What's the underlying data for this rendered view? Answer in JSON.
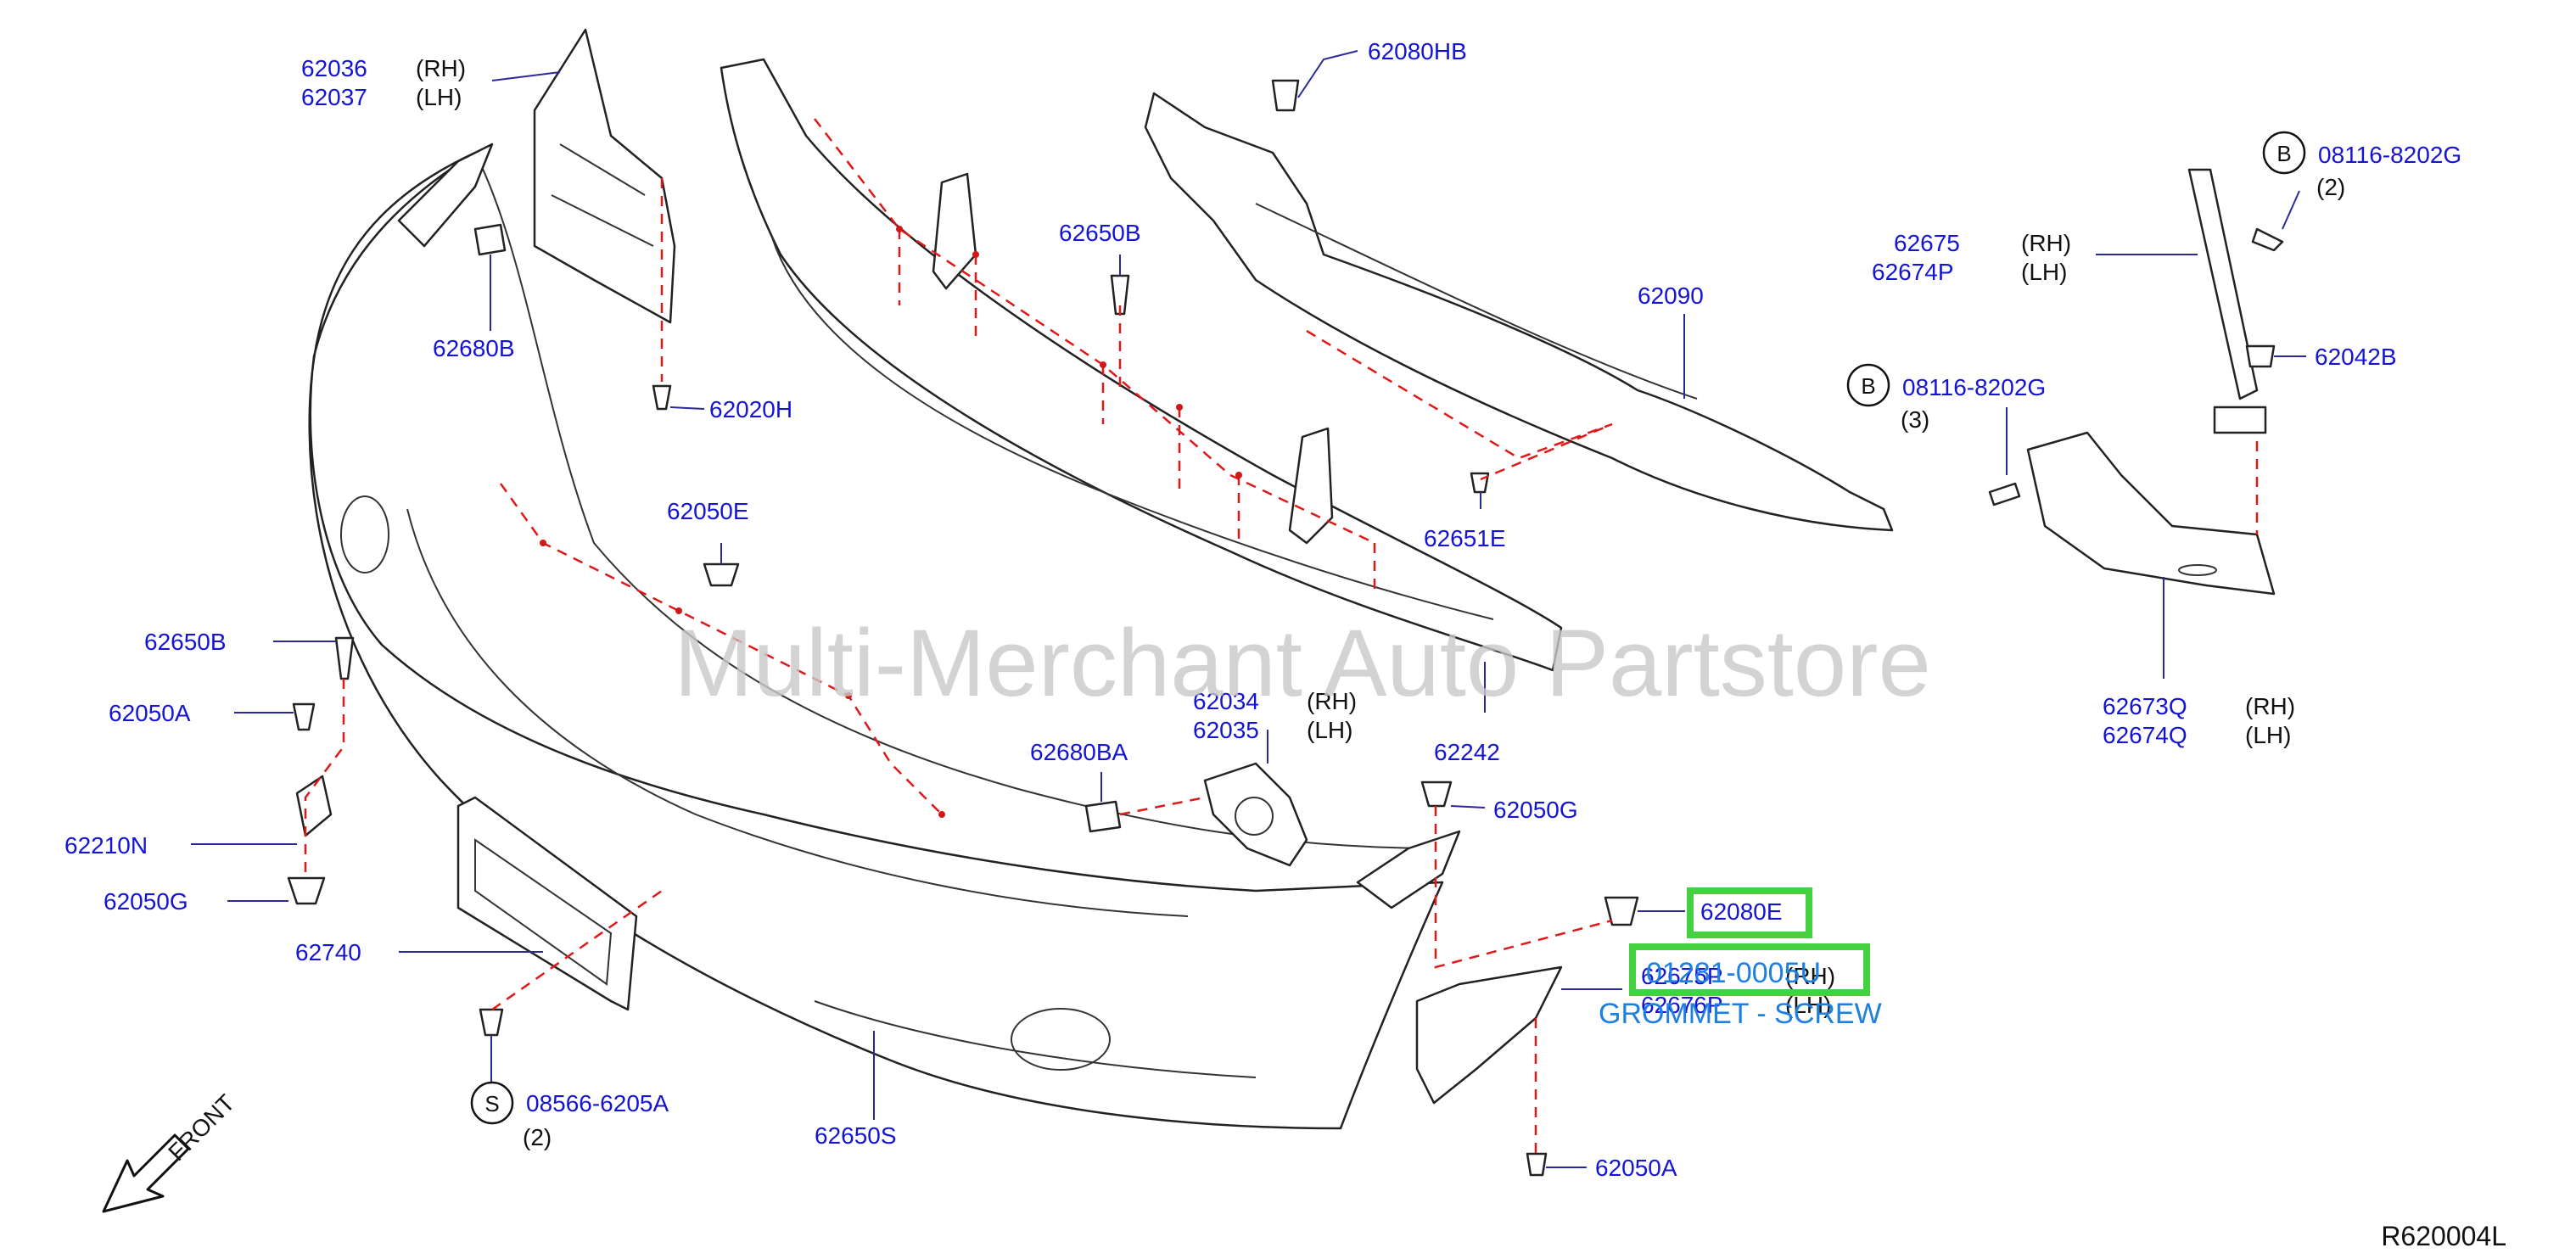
{
  "diagram": {
    "watermark": "Multi-Merchant Auto Partstore",
    "reference_code": "R620004L",
    "front_label": "FRONT",
    "highlight": {
      "part_number": "62080E",
      "catalog_number": "01281-0005U",
      "description": "GROMMET - SCREW"
    },
    "parts": [
      {
        "id": "62036",
        "side": "(RH)"
      },
      {
        "id": "62037",
        "side": "(LH)"
      },
      {
        "id": "62680B"
      },
      {
        "id": "62020H"
      },
      {
        "id": "62650B"
      },
      {
        "id": "62050E"
      },
      {
        "id": "62650B"
      },
      {
        "id": "62050A"
      },
      {
        "id": "62210N"
      },
      {
        "id": "62050G"
      },
      {
        "id": "62740"
      },
      {
        "id": "08566-6205A",
        "badge": "S",
        "qty": "(2)"
      },
      {
        "id": "62650S"
      },
      {
        "id": "62034",
        "side": "(RH)"
      },
      {
        "id": "62035",
        "side": "(LH)"
      },
      {
        "id": "62680BA"
      },
      {
        "id": "62242"
      },
      {
        "id": "62050G"
      },
      {
        "id": "62080E"
      },
      {
        "id": "62675P",
        "side": "(RH)"
      },
      {
        "id": "62676P",
        "side": "(LH)"
      },
      {
        "id": "62050A"
      },
      {
        "id": "62080HB"
      },
      {
        "id": "62090"
      },
      {
        "id": "62651E"
      },
      {
        "id": "08116-8202G",
        "badge": "B",
        "qty": "(2)"
      },
      {
        "id": "62675",
        "side": "(RH)"
      },
      {
        "id": "62674P",
        "side": "(LH)"
      },
      {
        "id": "62042B"
      },
      {
        "id": "08116-8202G",
        "badge": "B",
        "qty": "(3)"
      },
      {
        "id": "62673Q",
        "side": "(RH)"
      },
      {
        "id": "62674Q",
        "side": "(LH)"
      }
    ]
  }
}
